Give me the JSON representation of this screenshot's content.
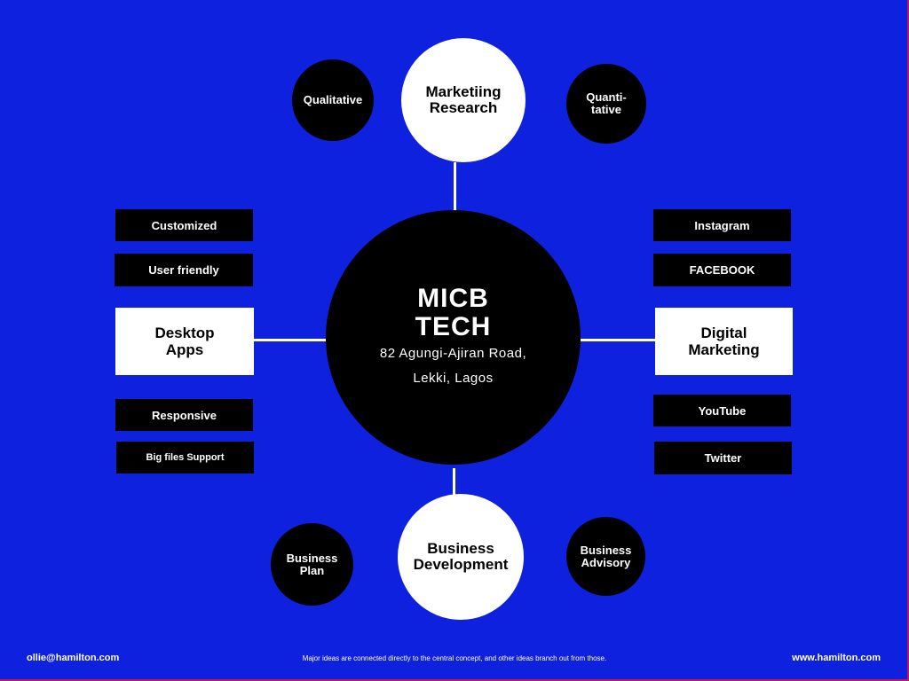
{
  "center": {
    "title": "MICB\nTECH",
    "address": "82 Agungi-Ajiran Road,\nLekki, Lagos"
  },
  "top_node": {
    "label": "Marketiing\nResearch"
  },
  "top_left_node": {
    "label": "Qualitative"
  },
  "top_right_node": {
    "label": "Quanti-\ntative"
  },
  "bottom_node": {
    "label": "Business\nDevelopment"
  },
  "bottom_left_node": {
    "label": "Business\nPlan"
  },
  "bottom_right_node": {
    "label": "Business\nAdvisory"
  },
  "left_node": {
    "label": "Desktop\nApps",
    "items_above": [
      "Customized",
      "User friendly"
    ],
    "items_below": [
      "Responsive",
      "Big files Support"
    ]
  },
  "right_node": {
    "label": "Digital\nMarketing",
    "items_above": [
      "Instagram",
      "FACEBOOK"
    ],
    "items_below": [
      "YouTube",
      "Twitter"
    ]
  },
  "footer": {
    "email": "ollie@hamilton.com",
    "note": "Major ideas are connected directly to the central concept, and other ideas branch out from those.",
    "website": "www.hamilton.com"
  },
  "colors": {
    "background": "#0e21de",
    "node_dark": "#000000",
    "node_light": "#ffffff"
  }
}
